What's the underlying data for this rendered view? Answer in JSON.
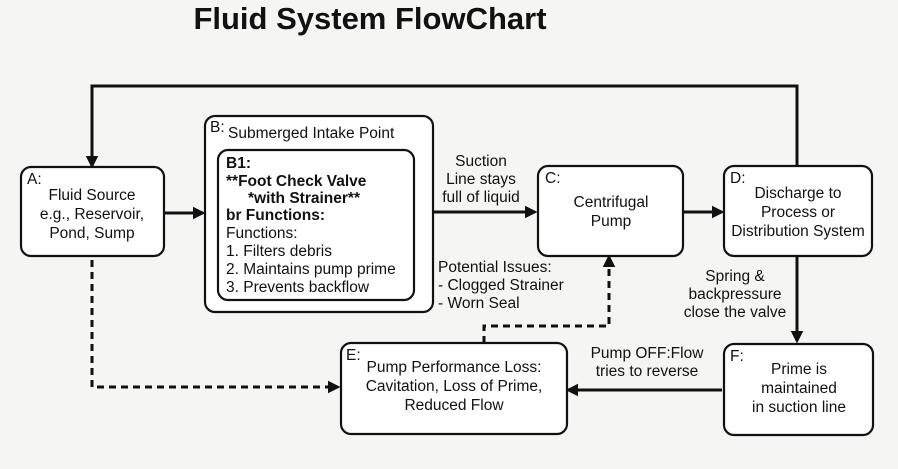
{
  "title": "Fluid System FlowChart",
  "nodes": {
    "a": {
      "id": "A:",
      "lines": [
        "Fluid Source",
        "e.g., Reservoir,",
        "Pond, Sump"
      ]
    },
    "b": {
      "id": "B:",
      "label": "Submerged Intake Point"
    },
    "b1": {
      "id": "B1:",
      "lines": [
        "**Foot Check Valve",
        "*with Strainer**",
        "br  Functions:",
        "Functions:",
        "1. Filters debris",
        "2. Maintains pump prime",
        "3. Prevents backflow"
      ]
    },
    "c": {
      "id": "C:",
      "lines": [
        "Centrifugal",
        "Pump"
      ]
    },
    "d": {
      "id": "D:",
      "lines": [
        "Discharge to",
        "Process  or",
        "Distribution System"
      ]
    },
    "e": {
      "id": "E:",
      "lines": [
        "Pump Performance Loss:",
        "Cavitation, Loss of Prime,",
        "Reduced Flow"
      ]
    },
    "f": {
      "id": "F:",
      "lines": [
        "Prime is",
        "maintained",
        "in suction line"
      ]
    }
  },
  "edge_labels": {
    "suction": [
      "Suction",
      "Line  stays",
      "full of liquid"
    ],
    "issues": [
      "Potential Issues:",
      "- Clogged Strainer",
      "- Worn Seal"
    ],
    "spring": [
      "Spring &",
      "backpressure",
      "close the valve"
    ],
    "pump_off": [
      "Pump OFF:Flow",
      "tries to reverse"
    ]
  }
}
